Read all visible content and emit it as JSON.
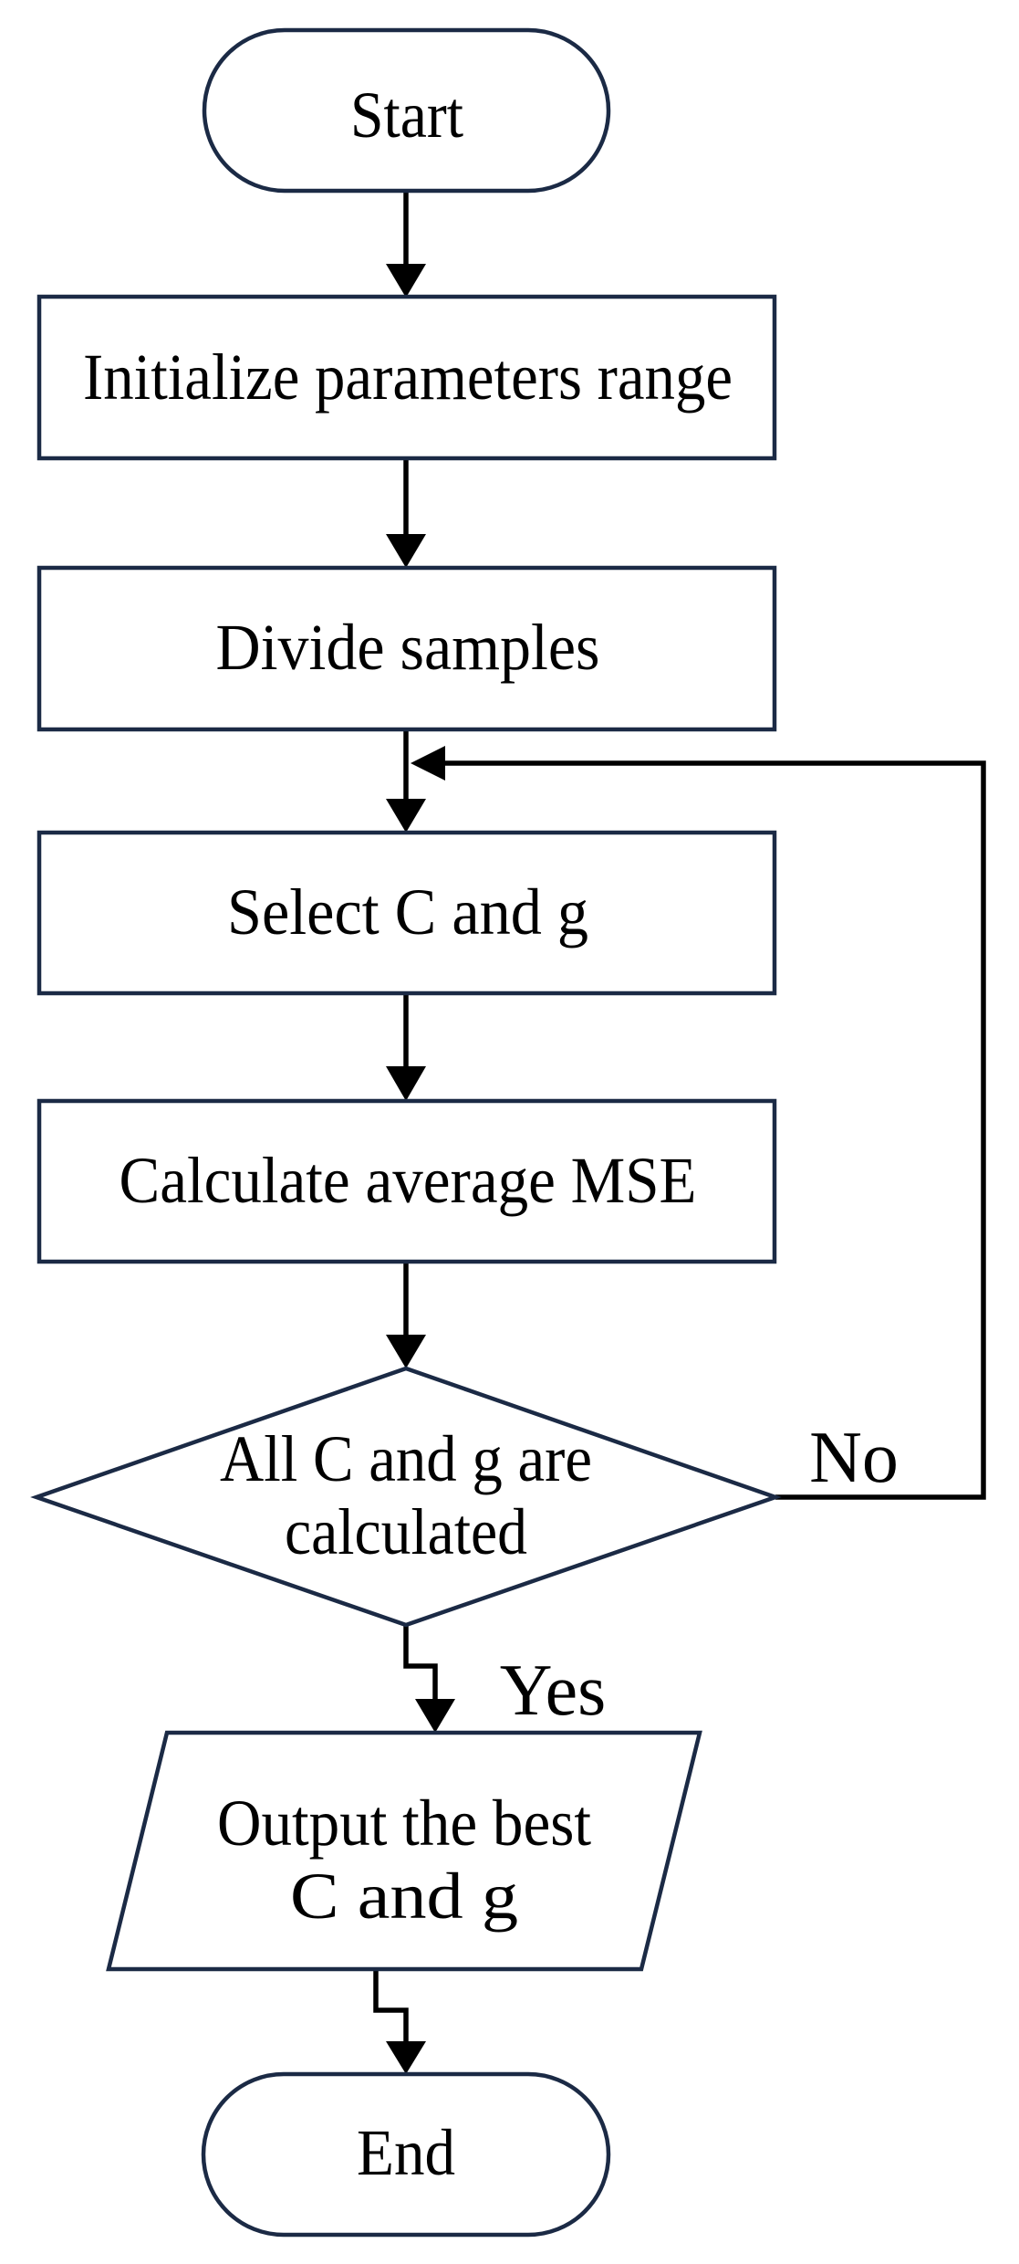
{
  "colors": {
    "background": "#ffffff",
    "shape_stroke": "#1b2a45",
    "shape_fill": "#ffffff",
    "connector": "#000000",
    "text": "#000000"
  },
  "flowchart": {
    "nodes": {
      "start": {
        "shape": "terminator",
        "label": "Start"
      },
      "initialize": {
        "shape": "process",
        "label": "Initialize parameters range"
      },
      "divide": {
        "shape": "process",
        "label": "Divide samples"
      },
      "select": {
        "shape": "process",
        "label": "Select C and g"
      },
      "calculate": {
        "shape": "process",
        "label": "Calculate average MSE"
      },
      "decision": {
        "shape": "decision",
        "line1": "All C and g are",
        "line2": "calculated"
      },
      "output": {
        "shape": "input-output",
        "line1": "Output the best",
        "line2": "C and g"
      },
      "end": {
        "shape": "terminator",
        "label": "End"
      }
    },
    "branch_labels": {
      "no": "No",
      "yes": "Yes"
    }
  }
}
